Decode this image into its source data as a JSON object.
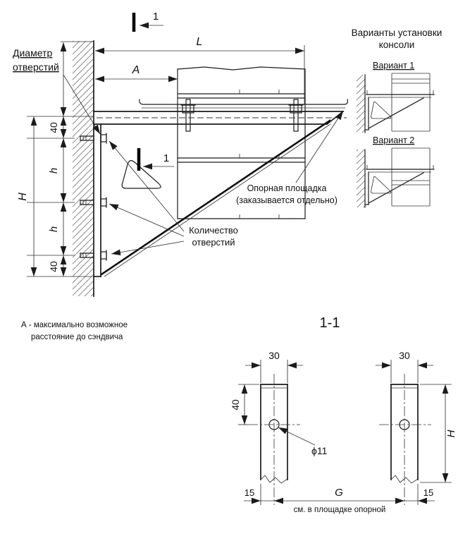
{
  "drawing": {
    "section_marker": "1",
    "dims": {
      "L": "L",
      "A": "A",
      "top_40": "40",
      "h_upper": "h",
      "H": "H",
      "h_lower": "h",
      "bottom_40": "40"
    },
    "labels": {
      "hole_diameter": [
        "Диаметр",
        "отверстий"
      ],
      "hole_count": [
        "Количество",
        "отверстий"
      ],
      "support_platform": [
        "Опорная площадка",
        "(заказывается отдельно)"
      ]
    }
  },
  "variants": {
    "title": [
      "Варианты установки",
      "консоли"
    ],
    "items": [
      {
        "label": "Вариант 1"
      },
      {
        "label": "Вариант 2"
      }
    ]
  },
  "note_a": [
    "А - максимально возможное",
    "расстояние до сэндвича"
  ],
  "section_1_1": {
    "title": "1-1",
    "dims": {
      "width_left": "30",
      "width_right": "30",
      "hole_offset": "40",
      "hole_dia": "ϕ11",
      "height": "H",
      "edge_left": "15",
      "spacing": "G",
      "edge_right": "15"
    },
    "note": "см. в площадке опорной"
  }
}
